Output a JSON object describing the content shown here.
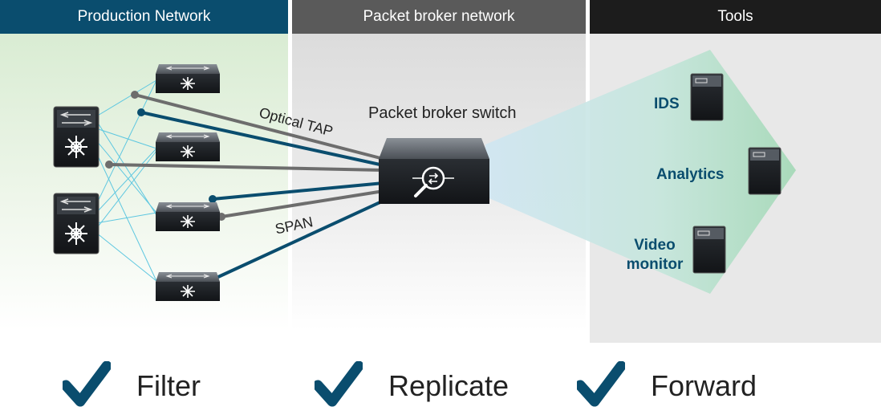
{
  "sections": {
    "production": "Production Network",
    "broker": "Packet broker network",
    "tools": "Tools"
  },
  "labels": {
    "optical_tap": "Optical TAP",
    "span": "SPAN",
    "broker_switch": "Packet broker switch"
  },
  "tools": {
    "ids": "IDS",
    "analytics": "Analytics",
    "video_line1": "Video",
    "video_line2": "monitor"
  },
  "benefits": {
    "filter": "Filter",
    "replicate": "Replicate",
    "forward": "Forward"
  },
  "colors": {
    "navy": "#0a4d6e",
    "tap_gray": "#6d6d6d",
    "mesh_cyan": "#5ec7e0"
  }
}
